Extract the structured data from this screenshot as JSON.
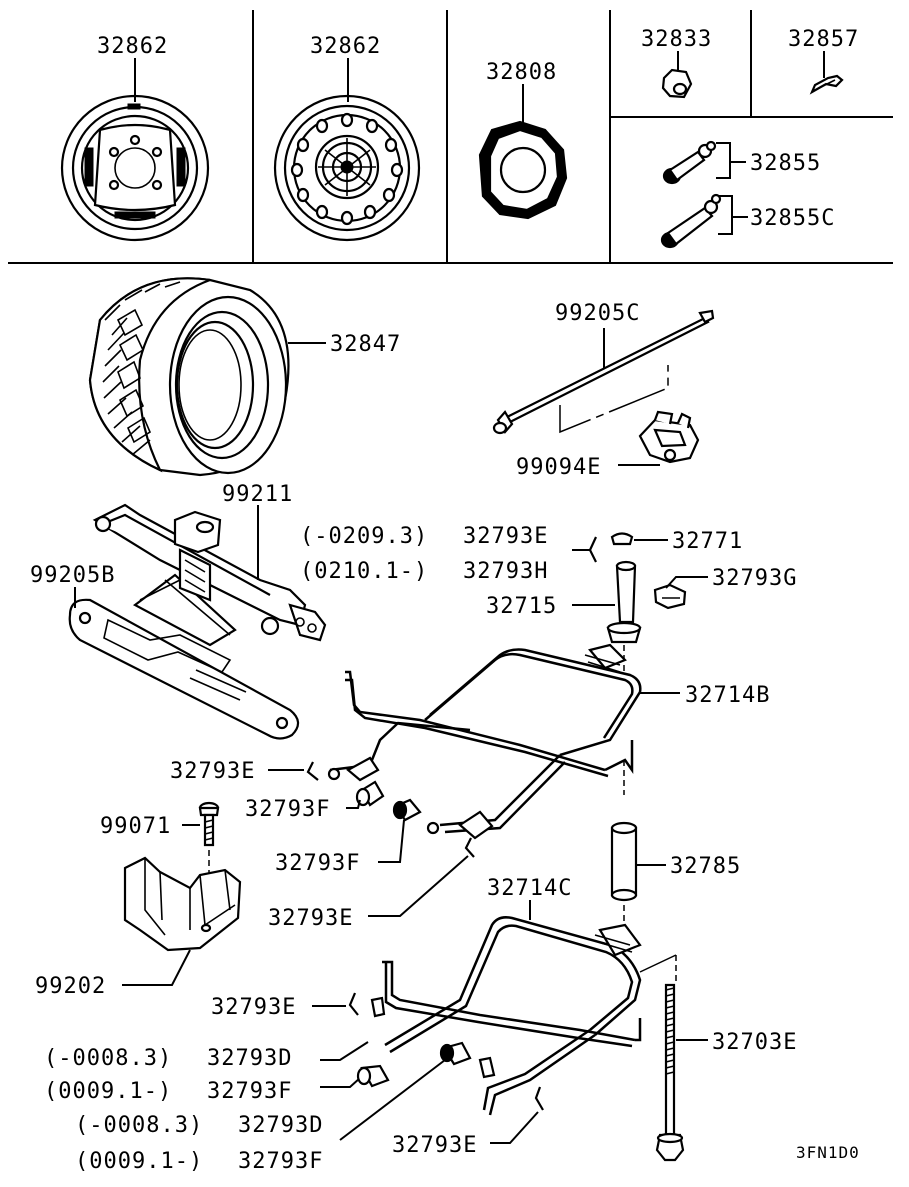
{
  "labels": {
    "wheel_steel": "32862",
    "wheel_alloy": "32862",
    "hub_cap": "32808",
    "nut": "32833",
    "valve_cap": "32857",
    "valve_a": "32855",
    "valve_c": "32855C",
    "tire": "32847",
    "handle_rod": "99205C",
    "clip": "99094E",
    "jack": "99211",
    "wrench": "99205B",
    "pin_e_top": "32793E",
    "pin_h": "32793H",
    "cap_top": "32771",
    "bolt_g": "32793G",
    "post": "32715",
    "carrier_b": "32714B",
    "pin_e_left": "32793E",
    "pin_f_left": "32793F",
    "bolt_99071": "99071",
    "pin_f_mid": "32793F",
    "pin_e_mid": "32793E",
    "sleeve": "32785",
    "carrier_c": "32714C",
    "bracket": "99202",
    "pin_e_low": "32793E",
    "long_bolt": "32703E",
    "pin_d_1": "32793D",
    "pin_f_1": "32793F",
    "pin_d_2": "32793D",
    "pin_f_2": "32793F",
    "pin_e_bottom": "32793E"
  },
  "date_ranges": {
    "top_a": "(-0209.3)",
    "top_b": "(0210.1-)",
    "mid_a": "(-0008.3)",
    "mid_b": "(0009.1-)",
    "low_a": "(-0008.3)",
    "low_b": "(0009.1-)"
  },
  "diagram_code": "3FN1D0"
}
